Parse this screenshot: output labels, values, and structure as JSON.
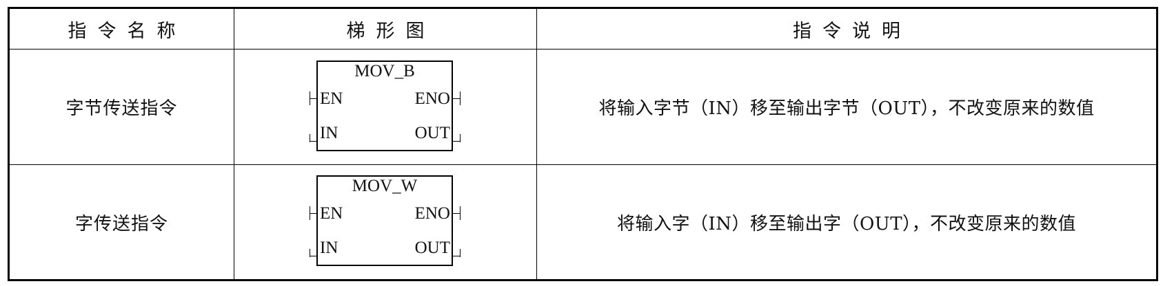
{
  "table": {
    "headers": [
      "指令名称",
      "梯形图",
      "指令说明"
    ],
    "rows": [
      {
        "name": "字节传送指令",
        "block": {
          "title": "MOV_B",
          "en": "EN",
          "eno": "ENO",
          "in": "IN",
          "out": "OUT"
        },
        "description": "将输入字节（IN）移至输出字节（OUT），不改变原来的数值"
      },
      {
        "name": "字传送指令",
        "block": {
          "title": "MOV_W",
          "en": "EN",
          "eno": "ENO",
          "in": "IN",
          "out": "OUT"
        },
        "description": "将输入字（IN）移至输出字（OUT），不改变原来的数值"
      }
    ]
  }
}
